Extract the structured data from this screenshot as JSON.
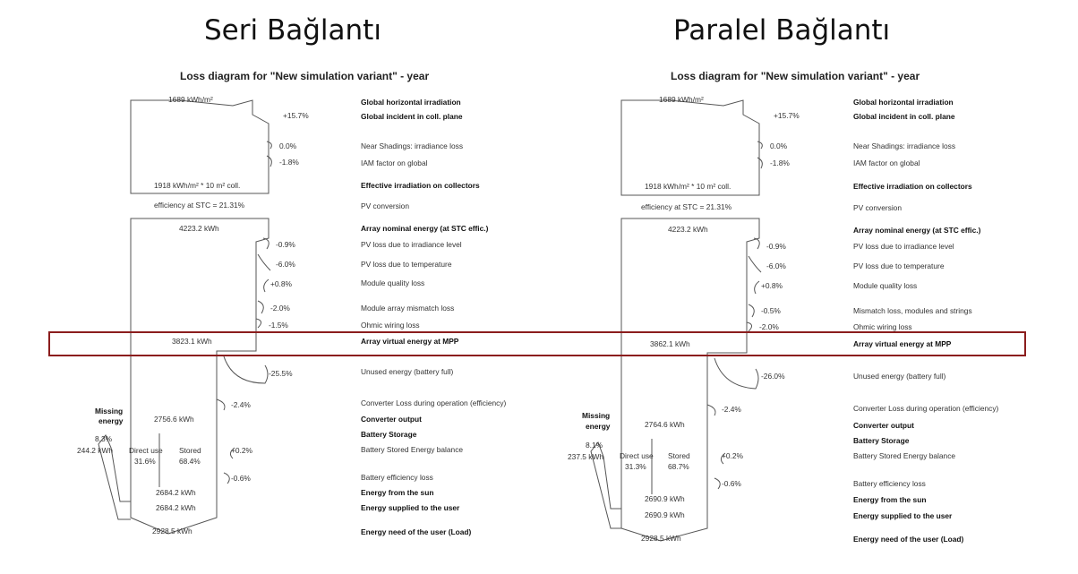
{
  "headers": {
    "left": "Seri Bağlantı",
    "right": "Paralel Bağlantı"
  },
  "diagram_title": "Loss diagram for \"New simulation variant\"  -  year",
  "labels": [
    "Global horizontal irradiation",
    "Global incident in coll. plane",
    "Near Shadings: irradiance loss",
    "IAM factor on global",
    "Effective irradiation on collectors",
    "PV conversion",
    "Array nominal energy (at STC effic.)",
    "PV loss due to irradiance level",
    "PV loss due to temperature",
    "Module quality loss",
    "Module array mismatch loss",
    "Ohmic wiring loss",
    "Array virtual energy at MPP",
    "Unused energy (battery full)",
    "Converter Loss during operation (efficiency)",
    "Converter output",
    "Battery Storage",
    "Battery Stored Energy balance",
    "Battery efficiency loss",
    "Energy from the sun",
    "Energy supplied to the user",
    "Energy need of the user (Load)"
  ],
  "labels_right_mismatch": "Mismatch loss, modules and strings",
  "common": {
    "ghi": "1689 kWh/m²",
    "eff_irr": "1918 kWh/m² * 10 m² coll.",
    "stc_eff": "efficiency at STC = 21.31%",
    "nominal": "4223.2 kWh",
    "missing_energy_l1": "Missing",
    "missing_energy_l2": "energy",
    "direct_use": "Direct use",
    "stored": "Stored",
    "load": "2928.5 kWh"
  },
  "left": {
    "pct_incident": "+15.7%",
    "pct_shading": "0.0%",
    "pct_iam": "-1.8%",
    "pct_irr_level": "-0.9%",
    "pct_temp": "-6.0%",
    "pct_quality": "+0.8%",
    "pct_mismatch": "-2.0%",
    "pct_ohmic": "-1.5%",
    "mpp": "3823.1 kWh",
    "pct_unused": "-25.5%",
    "pct_converter": "-2.4%",
    "converter_out": "2756.6 kWh",
    "missing_pct": "8.3%",
    "missing_kwh": "244.2 kWh",
    "direct_pct": "31.6%",
    "stored_pct": "68.4%",
    "pct_balance": "+0.2%",
    "pct_batt_eff": "-0.6%",
    "from_sun": "2684.2 kWh",
    "supplied": "2684.2 kWh"
  },
  "right": {
    "pct_incident": "+15.7%",
    "pct_shading": "0.0%",
    "pct_iam": "-1.8%",
    "pct_irr_level": "-0.9%",
    "pct_temp": "-6.0%",
    "pct_quality": "+0.8%",
    "pct_mismatch": "-0.5%",
    "pct_ohmic": "-2.0%",
    "mpp": "3862.1 kWh",
    "pct_unused": "-26.0%",
    "pct_converter": "-2.4%",
    "converter_out": "2764.6 kWh",
    "missing_pct": "8.1%",
    "missing_kwh": "237.5 kWh",
    "direct_pct": "31.3%",
    "stored_pct": "68.7%",
    "pct_balance": "+0.2%",
    "pct_batt_eff": "-0.6%",
    "from_sun": "2690.9 kWh",
    "supplied": "2690.9 kWh"
  }
}
